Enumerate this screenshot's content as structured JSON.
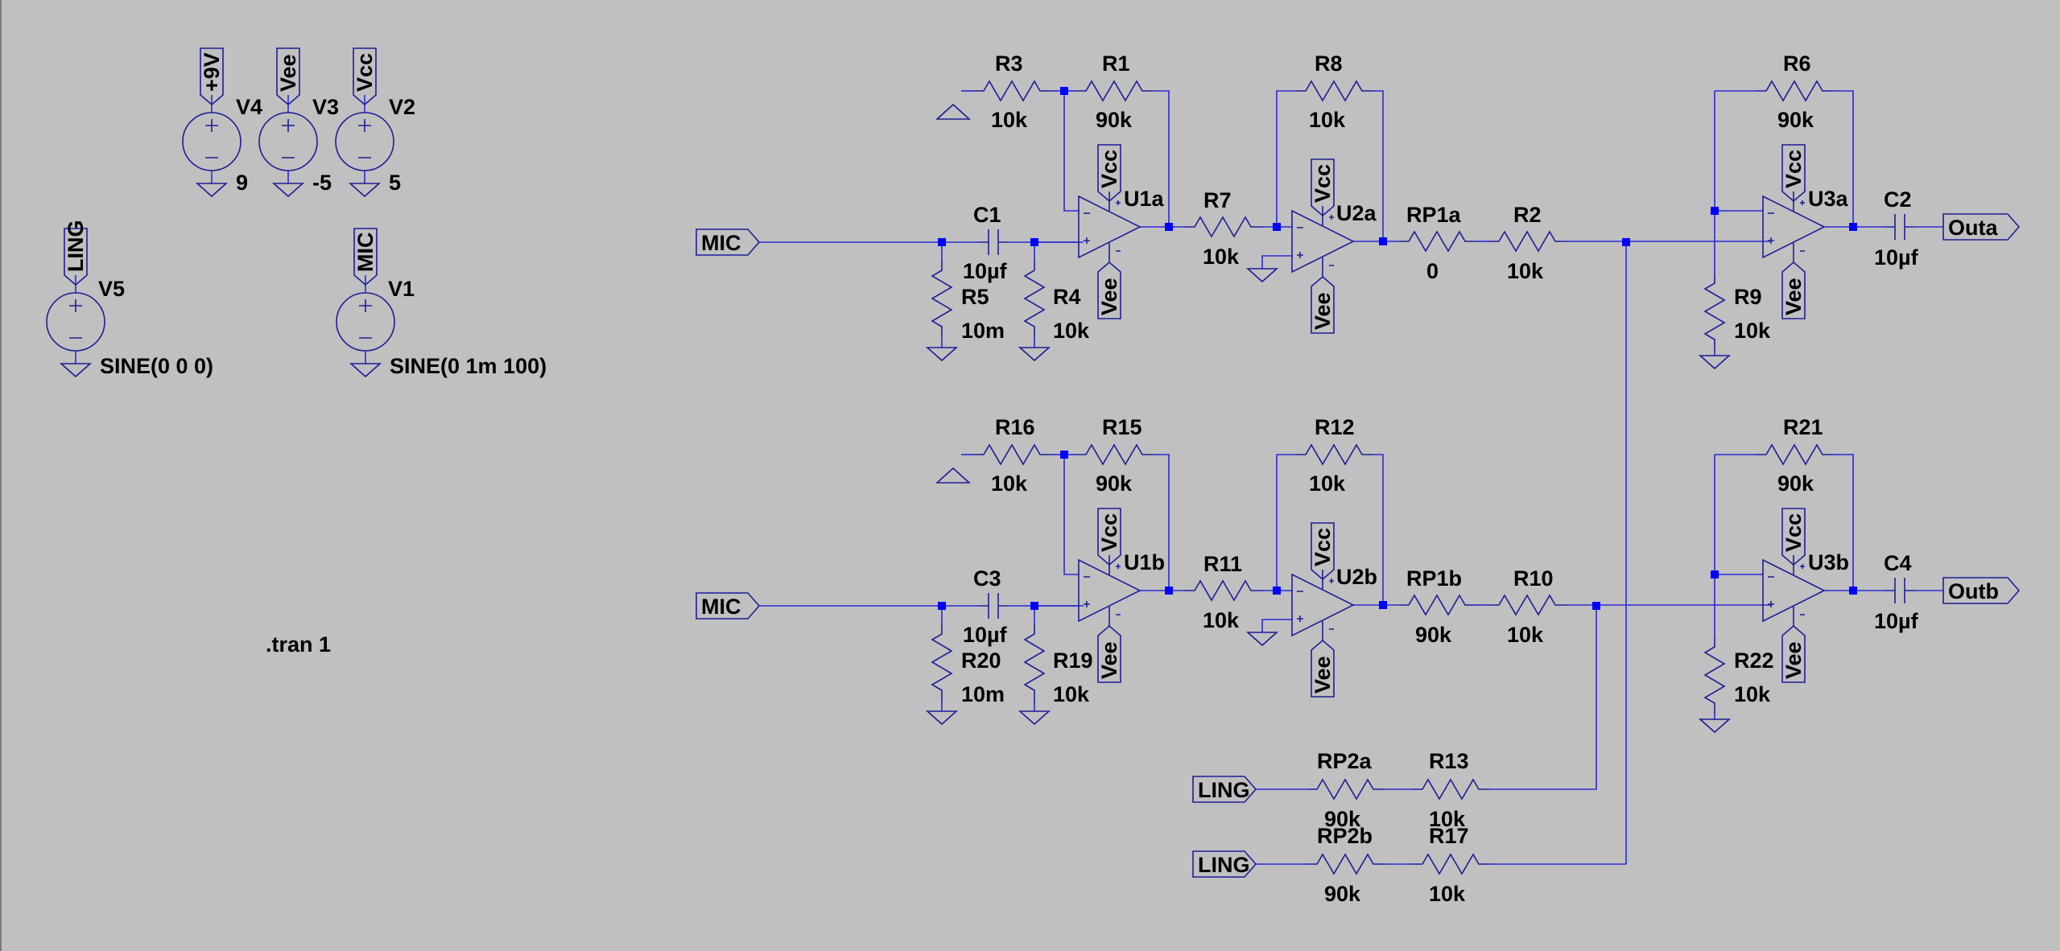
{
  "schematic": {
    "colors": {
      "background": "#c0c0c0",
      "wire": "#2b2bd6",
      "component": "#1e1e96",
      "junction": "#0000ff",
      "text": "#000000"
    },
    "directive": ".tran 1",
    "sources": [
      {
        "name": "V4",
        "net": "+9V",
        "value": "9"
      },
      {
        "name": "V3",
        "net": "Vee",
        "value": "-5"
      },
      {
        "name": "V2",
        "net": "Vcc",
        "value": "5"
      },
      {
        "name": "V5",
        "net": "LING",
        "value": "SINE(0 0 0)"
      },
      {
        "name": "V1",
        "net": "MIC",
        "value": "SINE(0 1m 100)"
      }
    ],
    "resistors": [
      {
        "name": "R3",
        "value": "10k"
      },
      {
        "name": "R1",
        "value": "90k"
      },
      {
        "name": "R8",
        "value": "10k"
      },
      {
        "name": "R6",
        "value": "90k"
      },
      {
        "name": "R7",
        "value": "10k"
      },
      {
        "name": "RP1a",
        "value": "0"
      },
      {
        "name": "R2",
        "value": "10k"
      },
      {
        "name": "R5",
        "value": "10m"
      },
      {
        "name": "R4",
        "value": "10k"
      },
      {
        "name": "R9",
        "value": "10k"
      },
      {
        "name": "R16",
        "value": "10k"
      },
      {
        "name": "R15",
        "value": "90k"
      },
      {
        "name": "R12",
        "value": "10k"
      },
      {
        "name": "R21",
        "value": "90k"
      },
      {
        "name": "R11",
        "value": "10k"
      },
      {
        "name": "RP1b",
        "value": "90k"
      },
      {
        "name": "R10",
        "value": "10k"
      },
      {
        "name": "R20",
        "value": "10m"
      },
      {
        "name": "R19",
        "value": "10k"
      },
      {
        "name": "R22",
        "value": "10k"
      },
      {
        "name": "RP2a",
        "value": "90k"
      },
      {
        "name": "R13",
        "value": "10k"
      },
      {
        "name": "RP2b",
        "value": "90k"
      },
      {
        "name": "R17",
        "value": "10k"
      }
    ],
    "capacitors": [
      {
        "name": "C1",
        "value": "10µf"
      },
      {
        "name": "C2",
        "value": "10µf"
      },
      {
        "name": "C3",
        "value": "10µf"
      },
      {
        "name": "C4",
        "value": "10µf"
      }
    ],
    "opamps": [
      {
        "name": "U1a",
        "vplus": "Vcc",
        "vminus": "Vee"
      },
      {
        "name": "U2a",
        "vplus": "Vcc",
        "vminus": "Vee"
      },
      {
        "name": "U3a",
        "vplus": "Vcc",
        "vminus": "Vee"
      },
      {
        "name": "U1b",
        "vplus": "Vcc",
        "vminus": "Vee"
      },
      {
        "name": "U2b",
        "vplus": "Vcc",
        "vminus": "Vee"
      },
      {
        "name": "U3b",
        "vplus": "Vcc",
        "vminus": "Vee"
      }
    ],
    "ports": [
      {
        "id": "mic_a",
        "label": "MIC"
      },
      {
        "id": "mic_b",
        "label": "MIC"
      },
      {
        "id": "out_a",
        "label": "Outa"
      },
      {
        "id": "out_b",
        "label": "Outb"
      },
      {
        "id": "ling_1",
        "label": "LING"
      },
      {
        "id": "ling_2",
        "label": "LING"
      }
    ]
  }
}
